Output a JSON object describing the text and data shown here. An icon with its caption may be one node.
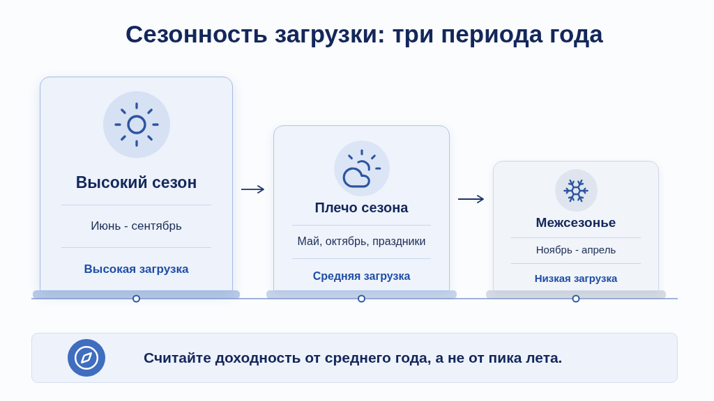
{
  "diagram": {
    "title": "Сезонность загрузки: три периода года",
    "nodes": [
      {
        "text": [
          "Высокий сезон",
          "Июнь - сентябрь",
          "Высокая загрузка"
        ]
      },
      {
        "text": [
          "Плечо сезона",
          "Май, октябрь, праздники",
          "Средняя загрузка"
        ]
      },
      {
        "text": [
          "Межсезонье",
          "Ноябрь - апрель",
          "Низкая загрузка"
        ]
      },
      {
        "text": [
          "Считайте доходность от среднего года, а не от пика лета."
        ]
      }
    ],
    "edges": [
      {
        "from": 0,
        "to": 1,
        "arrow": "to"
      },
      {
        "from": 1,
        "to": 2,
        "arrow": "to"
      }
    ]
  }
}
